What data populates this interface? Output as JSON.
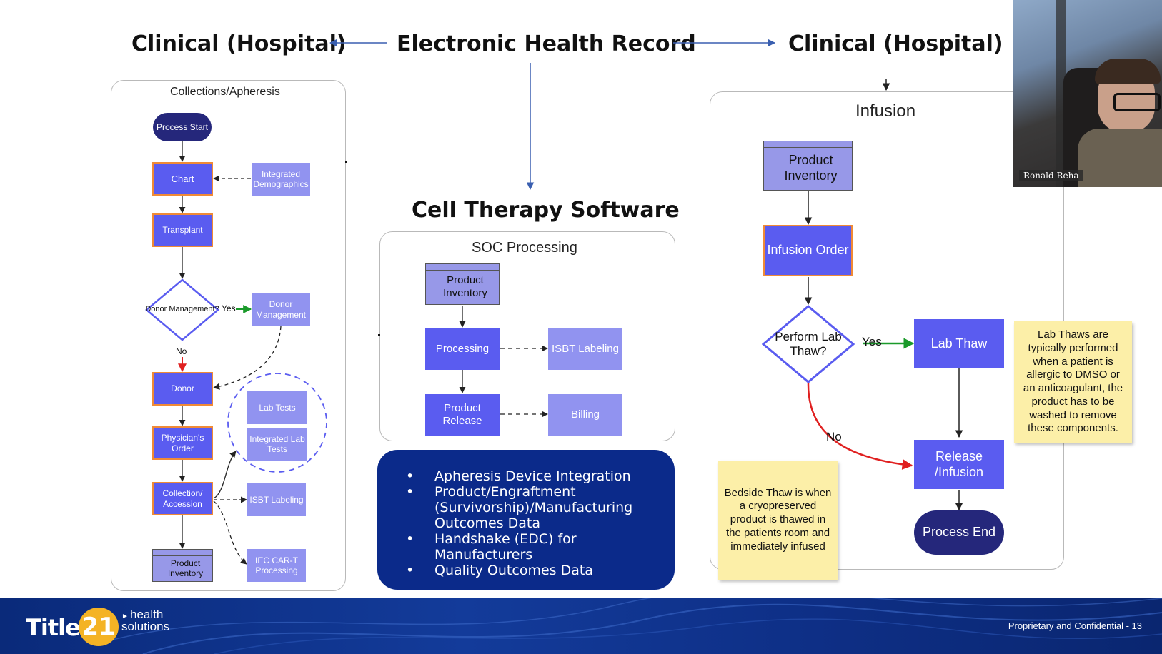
{
  "headers": {
    "left": "Clinical (Hospital)",
    "center": "Electronic Health Record",
    "right": "Clinical (Hospital)",
    "cts": "Cell Therapy Software"
  },
  "collections": {
    "title": "Collections/Apheresis",
    "process_start": "Process Start",
    "chart": "Chart",
    "integrated_demographics": "Integrated Demographics",
    "transplant": "Transplant",
    "donor_management_q": "Donor Management?",
    "yes": "Yes",
    "no": "No",
    "donor_management": "Donor Management",
    "donor": "Donor",
    "lab_tests": "Lab Tests",
    "integrated_lab_tests": "Integrated Lab Tests",
    "physicians_order": "Physician's Order",
    "collection_accession": "Collection/ Accession",
    "isbt_labeling": "ISBT Labeling",
    "product_inventory": "Product Inventory",
    "iec_cart": "IEC CAR-T Processing"
  },
  "soc": {
    "title": "SOC Processing",
    "product_inventory": "Product Inventory",
    "processing": "Processing",
    "isbt_labeling": "ISBT Labeling",
    "product_release": "Product Release",
    "billing": "Billing"
  },
  "bullets": [
    "Apheresis Device Integration",
    "Product/Engraftment (Survivorship)/Manufacturing Outcomes Data",
    "Handshake (EDC) for Manufacturers",
    "Quality Outcomes Data"
  ],
  "infusion": {
    "title": "Infusion",
    "product_inventory": "Product Inventory",
    "infusion_order": "Infusion Order",
    "perform_lab_thaw": "Perform Lab Thaw?",
    "yes": "Yes",
    "no": "No",
    "lab_thaw": "Lab Thaw",
    "release_infusion": "Release /Infusion",
    "process_end": "Process End",
    "note_lab_thaw": "Lab Thaws are typically performed when a patient is allergic to DMSO or an anticoagulant, the product has to be washed to remove these components.",
    "note_bedside": "Bedside Thaw is when a cryopreserved product is thawed in the patients room and immediately infused"
  },
  "webcam": {
    "name": "Ronald Reha"
  },
  "footer": {
    "logo_title": "Title",
    "logo_number": "21",
    "logo_health": "health",
    "logo_solutions": "solutions",
    "confidential": "Proprietary and Confidential - 13"
  },
  "colors": {
    "node": "#5a5cf0",
    "node_light": "#9193f0",
    "node_dark": "#25277b",
    "accent_border": "#f08a36",
    "yes_arrow": "#1a9a2a",
    "no_arrow": "#e02020",
    "note": "#fcefa8",
    "bullet_panel": "#0b2a8a",
    "header_arrow": "#3a5fb0"
  }
}
